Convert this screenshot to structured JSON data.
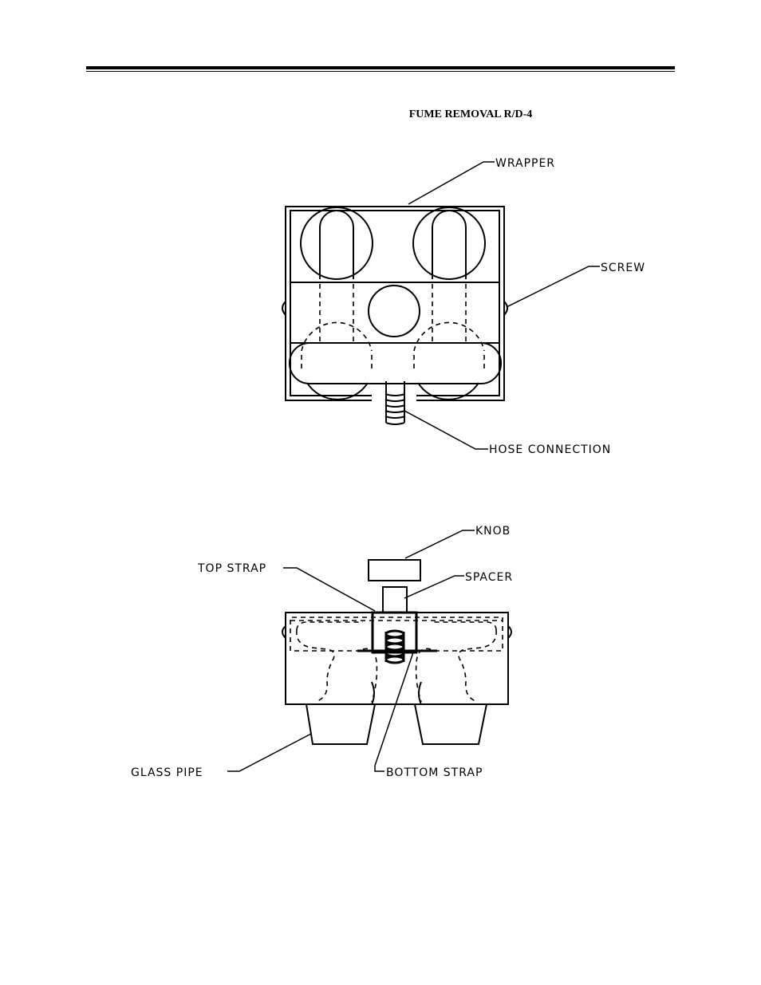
{
  "header": {
    "title": "FUME REMOVAL R/D-4"
  },
  "top_view": {
    "labels": {
      "wrapper": "WRAPPER",
      "screw": "SCREW",
      "hose_connection": "HOSE CONNECTION"
    }
  },
  "side_view": {
    "labels": {
      "knob": "KNOB",
      "top_strap": "TOP STRAP",
      "spacer": "SPACER",
      "glass_pipe": "GLASS PIPE",
      "bottom_strap": "BOTTOM STRAP"
    }
  }
}
